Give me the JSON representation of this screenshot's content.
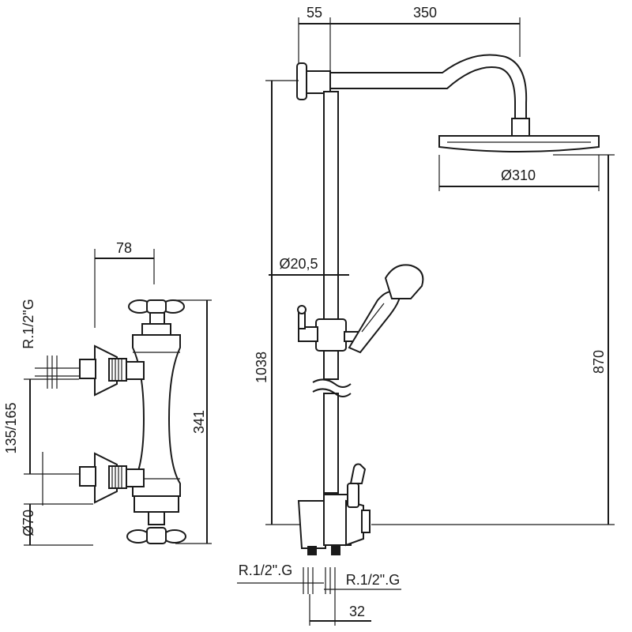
{
  "dimensions": {
    "valve_width": "78",
    "valve_height": "341",
    "inlet_spacing": "135/165",
    "valve_thread": "R.1/2\"G",
    "escutcheon_diameter": "Ø70",
    "wall_offset": "55",
    "arm_length": "350",
    "head_diameter": "Ø310",
    "riser_diameter": "Ø20,5",
    "riser_height": "1038",
    "head_height": "870",
    "bottom_thread_left": "R.1/2\".G",
    "bottom_thread_right": "R.1/2\".G",
    "bottom_spacing": "32"
  },
  "colors": {
    "line": "#1a1a1a",
    "background": "#ffffff"
  }
}
